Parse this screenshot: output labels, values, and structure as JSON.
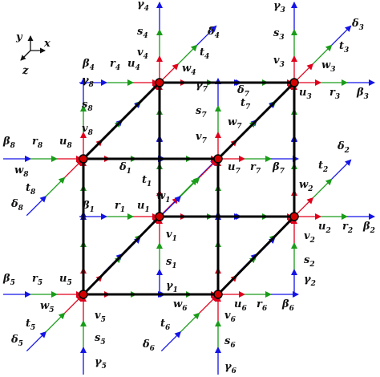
{
  "axes": {
    "y": "y",
    "x": "x",
    "z": "z"
  },
  "colors": {
    "red": "#e0001b",
    "green": "#1a9c1a",
    "blue": "#1414e6",
    "edge": "#000000",
    "node": "#d40000"
  },
  "nodes": [
    {
      "id": "1",
      "beta": "β",
      "r": "r",
      "u": "u",
      "w": "w",
      "v": "v",
      "s": "s",
      "gamma": "γ",
      "t": "t",
      "delta": "δ",
      "index": "1"
    },
    {
      "id": "2",
      "beta": "β",
      "r": "r",
      "u": "u",
      "w": "w",
      "v": "v",
      "s": "s",
      "gamma": "γ",
      "t": "t",
      "delta": "δ",
      "index": "2"
    },
    {
      "id": "3",
      "beta": "β",
      "r": "r",
      "u": "u",
      "w": "w",
      "v": "v",
      "s": "s",
      "gamma": "γ",
      "t": "t",
      "delta": "δ",
      "index": "3"
    },
    {
      "id": "4",
      "beta": "β",
      "r": "r",
      "u": "u",
      "w": "w",
      "v": "v",
      "s": "s",
      "gamma": "γ",
      "t": "t",
      "delta": "δ",
      "index": "4"
    },
    {
      "id": "5",
      "beta": "β",
      "r": "r",
      "u": "u",
      "w": "w",
      "v": "v",
      "s": "s",
      "gamma": "γ",
      "t": "t",
      "delta": "δ",
      "index": "5"
    },
    {
      "id": "6",
      "beta": "β",
      "r": "r",
      "u": "u",
      "w": "w",
      "v": "v",
      "s": "s",
      "gamma": "γ",
      "t": "t",
      "delta": "δ",
      "index": "6"
    },
    {
      "id": "7",
      "beta": "β",
      "r": "r",
      "u": "u",
      "w": "w",
      "v": "v",
      "s": "s",
      "gamma": "γ",
      "t": "t",
      "delta": "δ",
      "index": "7"
    },
    {
      "id": "8",
      "beta": "β",
      "r": "r",
      "u": "u",
      "w": "w",
      "v": "v",
      "s": "s",
      "gamma": "γ",
      "t": "t",
      "delta": "δ",
      "index": "8"
    }
  ]
}
